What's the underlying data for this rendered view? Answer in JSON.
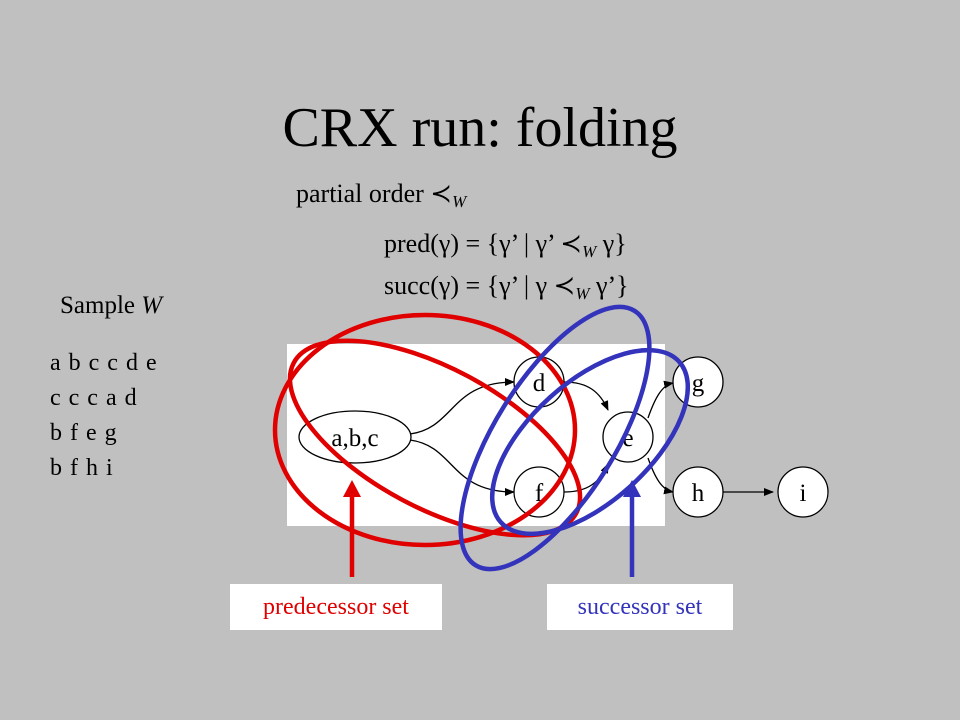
{
  "title": "CRX run: folding",
  "formulas": {
    "partial_order": {
      "text": "partial order ≺",
      "sub": "W"
    },
    "pred": {
      "a": "pred(γ) = {γ’ | γ’ ≺",
      "sub": "W",
      "b": "γ}"
    },
    "succ": {
      "a": "succ(γ) = {γ’ | γ ≺",
      "sub": "W",
      "b": "γ’}"
    }
  },
  "sample": {
    "label": "Sample",
    "var": "W",
    "lines": [
      "a b c c d e",
      "c c c a d",
      "b f e g",
      "b f h i"
    ]
  },
  "graph": {
    "nodes": [
      {
        "id": "abc",
        "label": "a,b,c"
      },
      {
        "id": "d",
        "label": "d"
      },
      {
        "id": "e",
        "label": "e"
      },
      {
        "id": "f",
        "label": "f"
      },
      {
        "id": "g",
        "label": "g"
      },
      {
        "id": "h",
        "label": "h"
      },
      {
        "id": "i",
        "label": "i"
      }
    ]
  },
  "labels": {
    "predecessor_set": "predecessor set",
    "successor_set": "successor set"
  },
  "colors": {
    "background": "#c0c0c0",
    "predecessor": "#e00000",
    "successor": "#3333bb"
  }
}
